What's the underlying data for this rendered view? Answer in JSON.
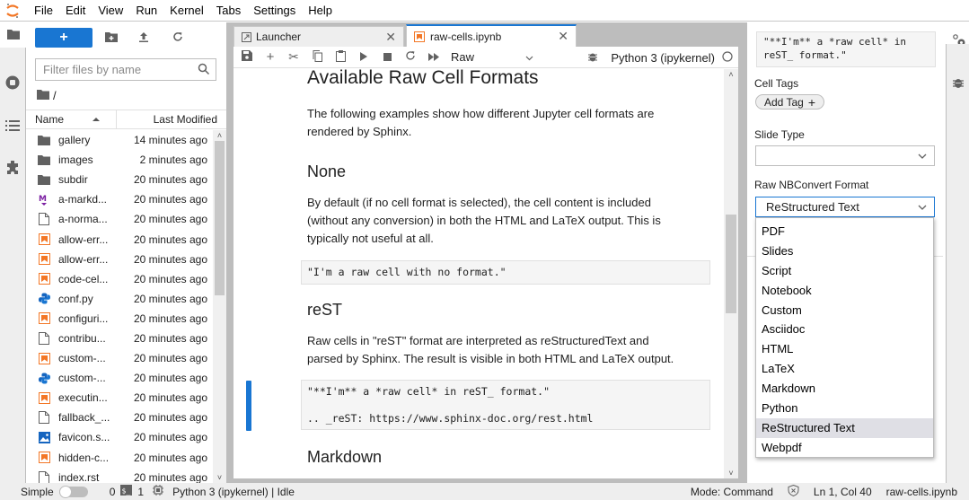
{
  "menubar": {
    "items": [
      "File",
      "Edit",
      "View",
      "Run",
      "Kernel",
      "Tabs",
      "Settings",
      "Help"
    ]
  },
  "filebrowser": {
    "new_label": "+",
    "search_placeholder": "Filter files by name",
    "breadcrumb": "/",
    "columns": {
      "name": "Name",
      "modified": "Last Modified"
    },
    "files": [
      {
        "name": "gallery",
        "type": "folder",
        "modified": "14 minutes ago"
      },
      {
        "name": "images",
        "type": "folder",
        "modified": "2 minutes ago"
      },
      {
        "name": "subdir",
        "type": "folder",
        "modified": "20 minutes ago"
      },
      {
        "name": "a-markd...",
        "type": "markdown",
        "modified": "20 minutes ago"
      },
      {
        "name": "a-norma...",
        "type": "file",
        "modified": "20 minutes ago"
      },
      {
        "name": "allow-err...",
        "type": "notebook",
        "modified": "20 minutes ago"
      },
      {
        "name": "allow-err...",
        "type": "notebook",
        "modified": "20 minutes ago"
      },
      {
        "name": "code-cel...",
        "type": "notebook",
        "modified": "20 minutes ago"
      },
      {
        "name": "conf.py",
        "type": "python",
        "modified": "20 minutes ago"
      },
      {
        "name": "configuri...",
        "type": "notebook",
        "modified": "20 minutes ago"
      },
      {
        "name": "contribu...",
        "type": "file",
        "modified": "20 minutes ago"
      },
      {
        "name": "custom-...",
        "type": "notebook",
        "modified": "20 minutes ago"
      },
      {
        "name": "custom-...",
        "type": "python",
        "modified": "20 minutes ago"
      },
      {
        "name": "executin...",
        "type": "notebook",
        "modified": "20 minutes ago"
      },
      {
        "name": "fallback_...",
        "type": "file",
        "modified": "20 minutes ago"
      },
      {
        "name": "favicon.s...",
        "type": "image",
        "modified": "20 minutes ago"
      },
      {
        "name": "hidden-c...",
        "type": "notebook",
        "modified": "20 minutes ago"
      },
      {
        "name": "index.rst",
        "type": "file",
        "modified": "20 minutes ago"
      }
    ]
  },
  "tabs": [
    {
      "label": "Launcher",
      "active": false
    },
    {
      "label": "raw-cells.ipynb",
      "active": true
    }
  ],
  "notebook": {
    "cell_type": "Raw",
    "kernel_name": "Python 3 (ipykernel)",
    "content": {
      "h1": "Available Raw Cell Formats",
      "intro": "The following examples show how different Jupyter cell formats are rendered by Sphinx.",
      "h_none": "None",
      "none_text": "By default (if no cell format is selected), the cell content is included (without any conversion) in both the HTML and LaTeX output. This is typically not useful at all.",
      "raw_none": "\"I'm a raw cell with no format.\"",
      "h_rest": "reST",
      "rest_text": "Raw cells in \"reST\" format are interpreted as reStructuredText and parsed by Sphinx. The result is visible in both HTML and LaTeX output.",
      "raw_rest": "\"**I'm** a *raw cell* in reST_ format.\"\n\n.. _reST: https://www.sphinx-doc.org/rest.html",
      "h_markdown": "Markdown"
    }
  },
  "property_inspector": {
    "raw_preview": "\"**I'm** a *raw cell* in\nreST_ format.\"",
    "cell_tags_label": "Cell Tags",
    "add_tag_label": "Add Tag",
    "slide_type_label": "Slide Type",
    "slide_type_value": "",
    "raw_format_label": "Raw NBConvert Format",
    "raw_format_value": "ReStructured Text",
    "raw_format_options": [
      "PDF",
      "Slides",
      "Script",
      "Notebook",
      "Custom",
      "Asciidoc",
      "HTML",
      "LaTeX",
      "Markdown",
      "Python",
      "ReStructured Text",
      "Webpdf"
    ],
    "raw_format_selected_index": 10
  },
  "statusbar": {
    "simple_label": "Simple",
    "terminals_count": "0",
    "kernels_count": "1",
    "kernel_status": "Python 3 (ipykernel) | Idle",
    "mode": "Mode: Command",
    "cursor": "Ln 1, Col 40",
    "filename": "raw-cells.ipynb"
  },
  "colors": {
    "accent": "#1976d2",
    "notebook_icon": "#f37726",
    "markdown_icon": "#7b1fa2",
    "python_icon": "#1565c0"
  }
}
